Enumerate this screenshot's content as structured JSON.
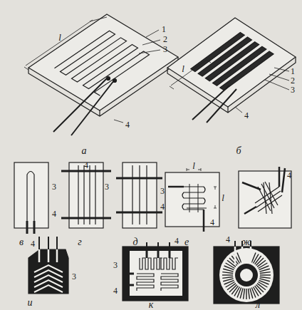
{
  "diagram": {
    "labels": [
      "l",
      "1",
      "2",
      "3",
      "4",
      "а",
      "l",
      "1",
      "2",
      "3",
      "4",
      "б",
      "3",
      "4",
      "в",
      "4",
      "3",
      "г",
      "3",
      "4",
      "д",
      "l",
      "l",
      "4",
      "е",
      "4",
      "ж",
      "4",
      "3",
      "и",
      "4",
      "3",
      "4",
      "к",
      "4",
      "л"
    ]
  }
}
